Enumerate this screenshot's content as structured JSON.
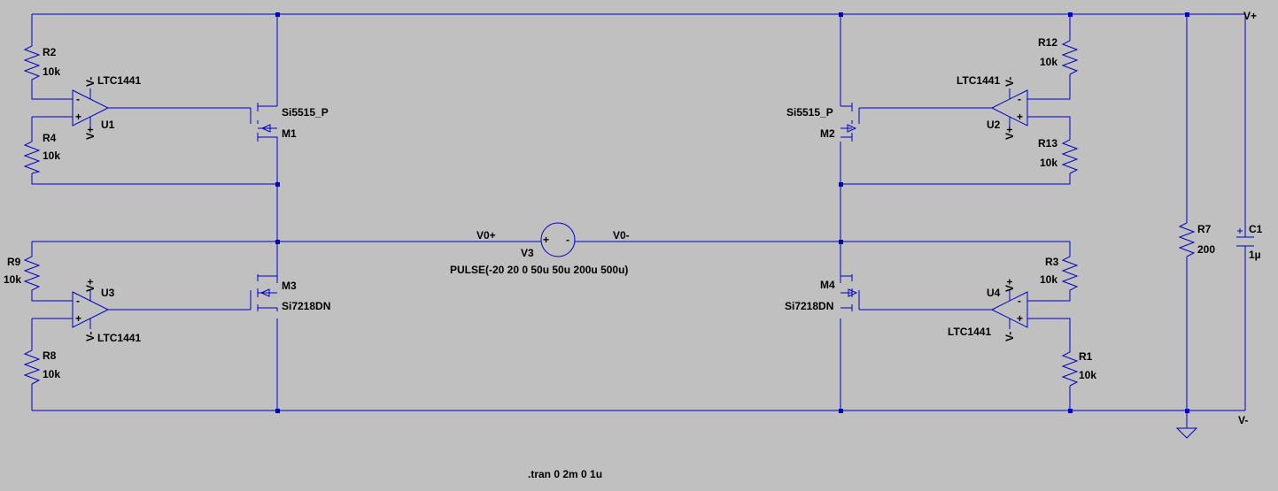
{
  "colors": {
    "background": "#c0c0c0",
    "wire": "#0000c8",
    "text": "#000000"
  },
  "nets": {
    "vplus": "V+",
    "vminus": "V-",
    "v0plus": "V0+",
    "v0minus": "V0-"
  },
  "resistors": [
    {
      "name": "R2",
      "value": "10k"
    },
    {
      "name": "R4",
      "value": "10k"
    },
    {
      "name": "R9",
      "value": "10k"
    },
    {
      "name": "R8",
      "value": "10k"
    },
    {
      "name": "R12",
      "value": "10k"
    },
    {
      "name": "R13",
      "value": "10k"
    },
    {
      "name": "R3",
      "value": "10k"
    },
    {
      "name": "R1",
      "value": "10k"
    },
    {
      "name": "R7",
      "value": "200"
    }
  ],
  "opamps": [
    {
      "name": "U1",
      "model": "LTC1441"
    },
    {
      "name": "U3",
      "model": "LTC1441"
    },
    {
      "name": "U2",
      "model": "LTC1441"
    },
    {
      "name": "U4",
      "model": "LTC1441"
    }
  ],
  "mosfets": [
    {
      "name": "M1",
      "model": "Si5515_P"
    },
    {
      "name": "M3",
      "model": "Si7218DN"
    },
    {
      "name": "M2",
      "model": "Si5515_P"
    },
    {
      "name": "M4",
      "model": "Si7218DN"
    }
  ],
  "capacitor": {
    "name": "C1",
    "value": "1µ"
  },
  "source": {
    "name": "V3",
    "value": "PULSE(-20 20 0 50u 50u 200u 500u)",
    "plus": "+",
    "minus": "-"
  },
  "opamp_pins": {
    "vplus": "V+",
    "vminus": "V-",
    "inplus": "+",
    "inminus": "-"
  },
  "directive": ".tran 0 2m 0 1u"
}
